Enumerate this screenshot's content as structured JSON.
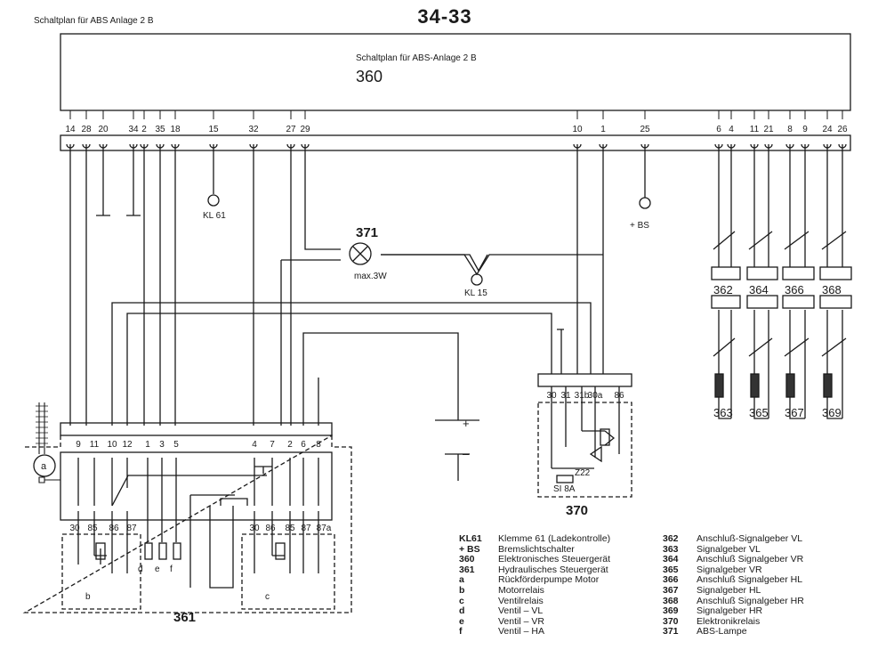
{
  "header": {
    "caption": "Schaltplan für ABS Anlage 2 B",
    "page_number": "34-33"
  },
  "control_unit": {
    "title": "Schaltplan für ABS-Anlage 2 B",
    "number": "360",
    "pins": [
      "14",
      "28",
      "20",
      "34",
      "2",
      "35",
      "18",
      "15",
      "32",
      "27",
      "29",
      "10",
      "1",
      "25",
      "6",
      "4",
      "11",
      "21",
      "8",
      "9",
      "24",
      "26"
    ]
  },
  "terminals": {
    "kl61": "KL 61",
    "bs": "+ BS",
    "kl15": "KL 15"
  },
  "lamp": {
    "number": "371",
    "rating": "max.3W"
  },
  "sensors": {
    "connectors": [
      "362",
      "364",
      "366",
      "368"
    ],
    "sensors": [
      "363",
      "365",
      "367",
      "369"
    ]
  },
  "relay370": {
    "number": "370",
    "pins": [
      "30",
      "31",
      "31b",
      "30a",
      "86"
    ],
    "fuse": "SI 8A",
    "diode": "Z22"
  },
  "battery": {
    "plus": "+",
    "minus": "–"
  },
  "hydraulic_unit": {
    "number": "361",
    "pins": [
      "9",
      "11",
      "10",
      "12",
      "1",
      "3",
      "5",
      "4",
      "7",
      "2",
      "6",
      "8"
    ],
    "motor_label": "a",
    "relay_b_pins": [
      "30",
      "85",
      "86",
      "87"
    ],
    "relay_c_pins": [
      "30",
      "86",
      "85",
      "87",
      "87a"
    ],
    "relay_b_label": "b",
    "relay_c_label": "c",
    "valves": [
      "d",
      "e",
      "f"
    ]
  },
  "legend_left": [
    {
      "code": "KL61",
      "text": "Klemme 61 (Ladekontrolle)"
    },
    {
      "code": "+ BS",
      "text": "Bremslichtschalter"
    },
    {
      "code": "360",
      "text": "Elektronisches Steuergerät"
    },
    {
      "code": "361",
      "text": "Hydraulisches Steuergerät"
    },
    {
      "code": "a",
      "text": "Rückförderpumpe Motor"
    },
    {
      "code": "b",
      "text": "Motorrelais"
    },
    {
      "code": "c",
      "text": "Ventilrelais"
    },
    {
      "code": "d",
      "text": "Ventil  – VL"
    },
    {
      "code": "e",
      "text": "Ventil  – VR"
    },
    {
      "code": "f",
      "text": "Ventil  – HA"
    }
  ],
  "legend_right": [
    {
      "code": "362",
      "text": "Anschluß-Signalgeber VL"
    },
    {
      "code": "363",
      "text": "Signalgeber VL"
    },
    {
      "code": "364",
      "text": "Anschluß Signalgeber VR"
    },
    {
      "code": "365",
      "text": "Signalgeber VR"
    },
    {
      "code": "366",
      "text": "Anschluß Signalgeber HL"
    },
    {
      "code": "367",
      "text": "Signalgeber HL"
    },
    {
      "code": "368",
      "text": "Anschluß Signalgeber HR"
    },
    {
      "code": "369",
      "text": "Signalgeber HR"
    },
    {
      "code": "370",
      "text": "Elektronikrelais"
    },
    {
      "code": "371",
      "text": "ABS-Lampe"
    }
  ]
}
